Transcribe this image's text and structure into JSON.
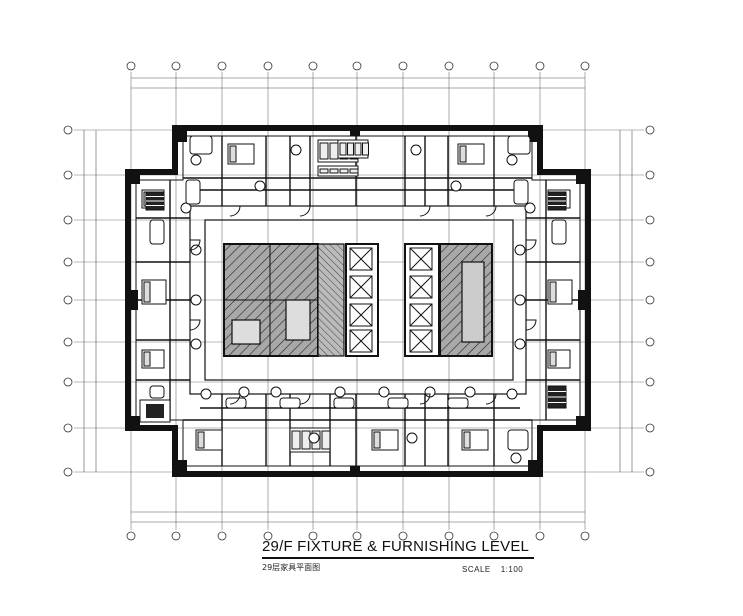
{
  "drawing": {
    "title": "29/F FIXTURE & FURNISHING LEVEL",
    "subtitle": "29层家具平面图",
    "scale_label": "SCALE",
    "scale_value": "1:100"
  },
  "colors": {
    "line": "#111111",
    "hatch": "#333333",
    "core_fill": "#9a9a9a",
    "paper": "#ffffff"
  },
  "grid": {
    "columns": 11,
    "rows": 9
  }
}
